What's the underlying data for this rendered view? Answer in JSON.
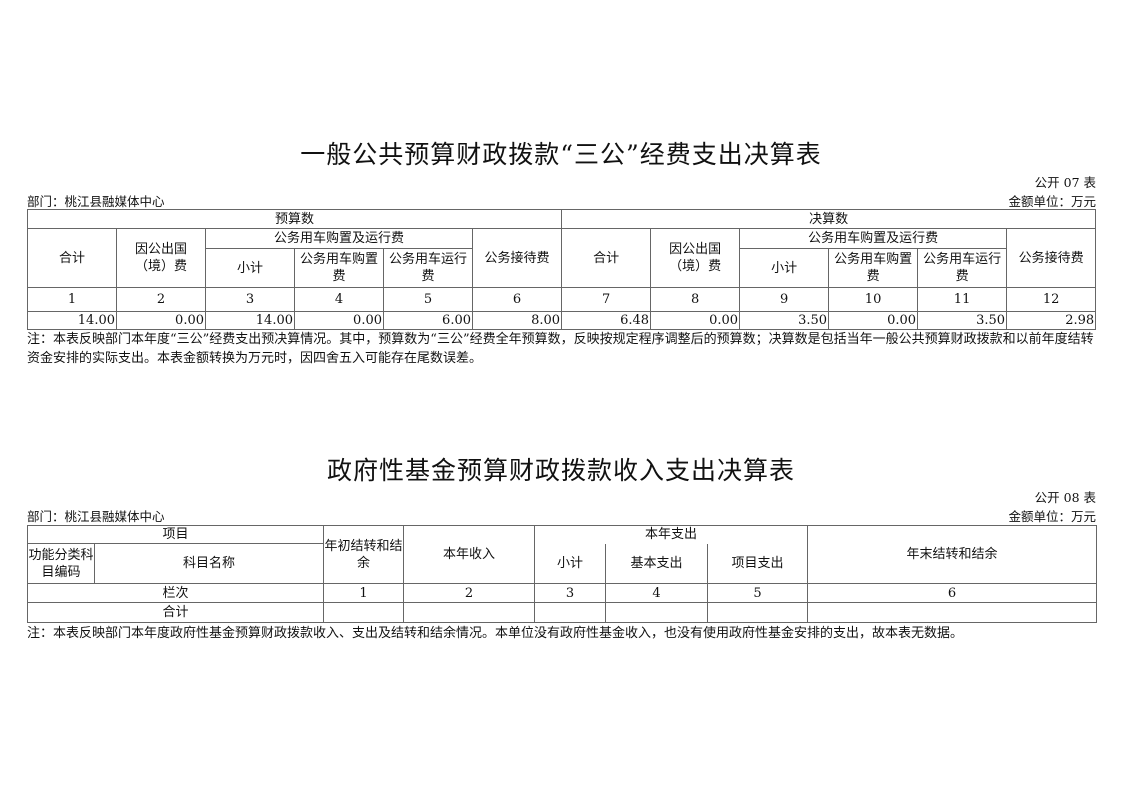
{
  "t1": {
    "title": "一般公共预算财政拨款“三公”经费支出决算表",
    "code": "公开 07 表",
    "dept": "部门：桃江县融媒体中心",
    "unit": "金额单位：万元",
    "budget": "预算数",
    "final": "决算数",
    "h": {
      "total": "合计",
      "abroad": "因公出国（境）费",
      "car": "公务用车购置及运行费",
      "sub": "小计",
      "buy": "公务用车购置费",
      "run": "公务用车运行费",
      "recep": "公务接待费"
    },
    "cols": [
      "1",
      "2",
      "3",
      "4",
      "5",
      "6",
      "7",
      "8",
      "9",
      "10",
      "11",
      "12"
    ],
    "values": [
      "14.00",
      "0.00",
      "14.00",
      "0.00",
      "6.00",
      "8.00",
      "6.48",
      "0.00",
      "3.50",
      "0.00",
      "3.50",
      "2.98"
    ],
    "note": "注：本表反映部门本年度“三公”经费支出预决算情况。其中，预算数为“三公”经费全年预算数，反映按规定程序调整后的预算数；决算数是包括当年一般公共预算财政拨款和以前年度结转资金安排的实际支出。本表金额转换为万元时，因四舍五入可能存在尾数误差。"
  },
  "t2": {
    "title": "政府性基金预算财政拨款收入支出决算表",
    "code": "公开 08 表",
    "dept": "部门：桃江县融媒体中心",
    "unit": "金额单位：万元",
    "h": {
      "item": "项目",
      "code": "功能分类科目编码",
      "name": "科目名称",
      "begin": "年初结转和结余",
      "income": "本年收入",
      "spend": "本年支出",
      "sub": "小计",
      "basic": "基本支出",
      "project": "项目支出",
      "end": "年末结转和结余"
    },
    "row_label": "栏次",
    "cols": [
      "1",
      "2",
      "3",
      "4",
      "5",
      "6"
    ],
    "total": "合计",
    "note": "注：本表反映部门本年度政府性基金预算财政拨款收入、支出及结转和结余情况。本单位没有政府性基金收入，也没有使用政府性基金安排的支出，故本表无数据。"
  }
}
